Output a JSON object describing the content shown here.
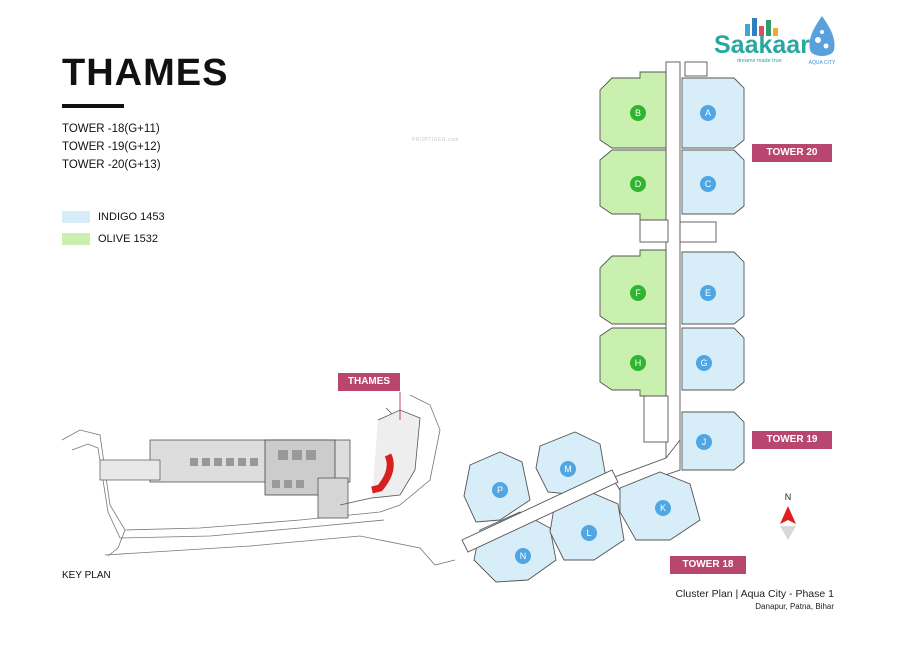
{
  "title": "THAMES",
  "towers": [
    "TOWER -18(G+11)",
    "TOWER -19(G+12)",
    "TOWER -20(G+13)"
  ],
  "legend": [
    {
      "label": "INDIGO 1453",
      "color": "#d7eef8"
    },
    {
      "label": "OLIVE 1532",
      "color": "#c9f0ae"
    }
  ],
  "key_plan_label": "KEY PLAN",
  "key_plan_marker": "THAMES",
  "tower_labels": {
    "t20": "TOWER 20",
    "t19": "TOWER 19",
    "t18": "TOWER 18"
  },
  "units": {
    "olive": [
      "B",
      "D",
      "F",
      "H"
    ],
    "indigo": [
      "A",
      "C",
      "E",
      "G",
      "J",
      "K",
      "L",
      "M",
      "N",
      "P"
    ]
  },
  "north_label": "N",
  "footer": {
    "line1": "Cluster Plan | Aqua City - Phase 1",
    "line2": "Danapur, Patna, Bihar"
  },
  "logo": {
    "brand": "Saakaar",
    "tagline": "dreams made true",
    "partner": "AQUA CITY"
  },
  "watermark": "PROPTIGER.com",
  "colors": {
    "accent": "#b8466e",
    "indigo_fill": "#d7eef8",
    "olive_fill": "#c9f0ae",
    "marker_blue": "#4fa6e3",
    "marker_green": "#2fb52f",
    "north_red": "#e02020"
  }
}
